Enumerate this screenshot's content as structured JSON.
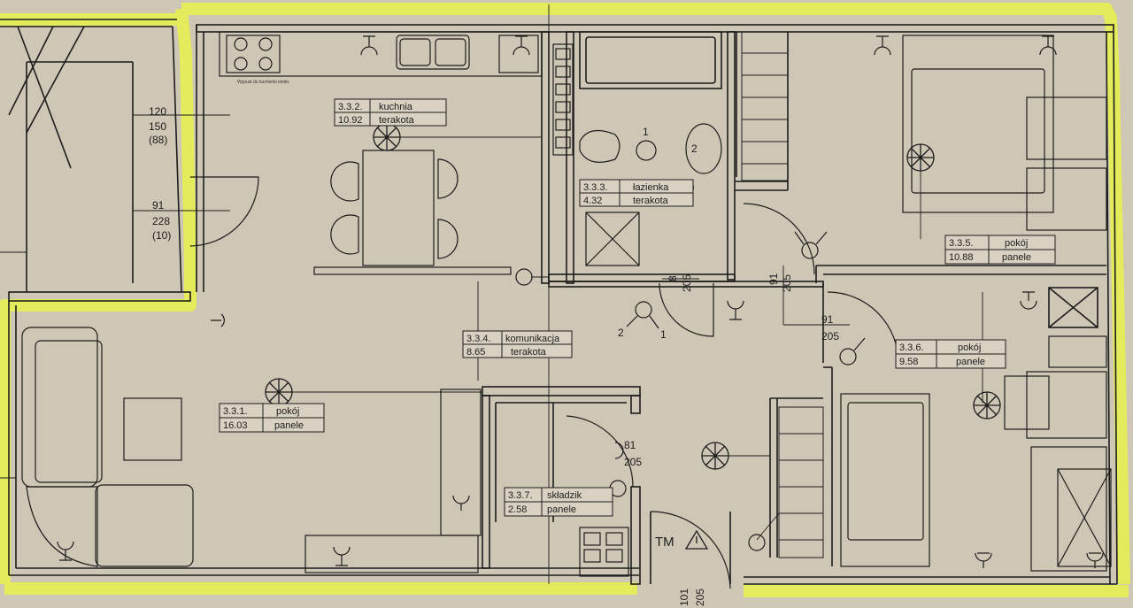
{
  "rooms": [
    {
      "id": "kuchnia",
      "number": "3.3.2.",
      "name": "kuchnia",
      "area": "10.92",
      "floor": "terakota"
    },
    {
      "id": "lazienka",
      "number": "3.3.3.",
      "name": "łazienka",
      "area": "4.32",
      "floor": "terakota"
    },
    {
      "id": "komunikacja",
      "number": "3.3.4.",
      "name": "komunikacja",
      "area": "8.65",
      "floor": "terakota"
    },
    {
      "id": "pokoj1",
      "number": "3.3.1.",
      "name": "pokój",
      "area": "16.03",
      "floor": "panele"
    },
    {
      "id": "pokoj5",
      "number": "3.3.5.",
      "name": "pokój",
      "area": "10.88",
      "floor": "panele"
    },
    {
      "id": "pokoj6",
      "number": "3.3.6.",
      "name": "pokój",
      "area": "9.58",
      "floor": "panele"
    },
    {
      "id": "skladzik",
      "number": "3.3.7.",
      "name": "składzik",
      "area": "2.58",
      "floor": "panele"
    }
  ],
  "window_dims": [
    {
      "a": "120",
      "b": "150",
      "c": "(88)"
    },
    {
      "a": "91",
      "b": "228",
      "c": "(10)"
    }
  ],
  "door_dims": [
    {
      "w": "8",
      "h": "205"
    },
    {
      "w": "91",
      "h": "205"
    },
    {
      "w": "91",
      "h": "205"
    },
    {
      "w": "81",
      "h": "205"
    },
    {
      "w": "101",
      "h": "205"
    }
  ],
  "switch_marks": [
    "1",
    "2",
    "2",
    "1"
  ],
  "stove_note": "Wypust do kuchenki elektr.",
  "meter_label": "TM",
  "colors": {
    "paper": "#cfc7b6",
    "wall_highlight": "#e4ec5c",
    "line": "#1c1c1c"
  },
  "icons": [
    "ceiling-light-icon",
    "socket-icon",
    "switch-icon",
    "electric-panel-icon"
  ]
}
